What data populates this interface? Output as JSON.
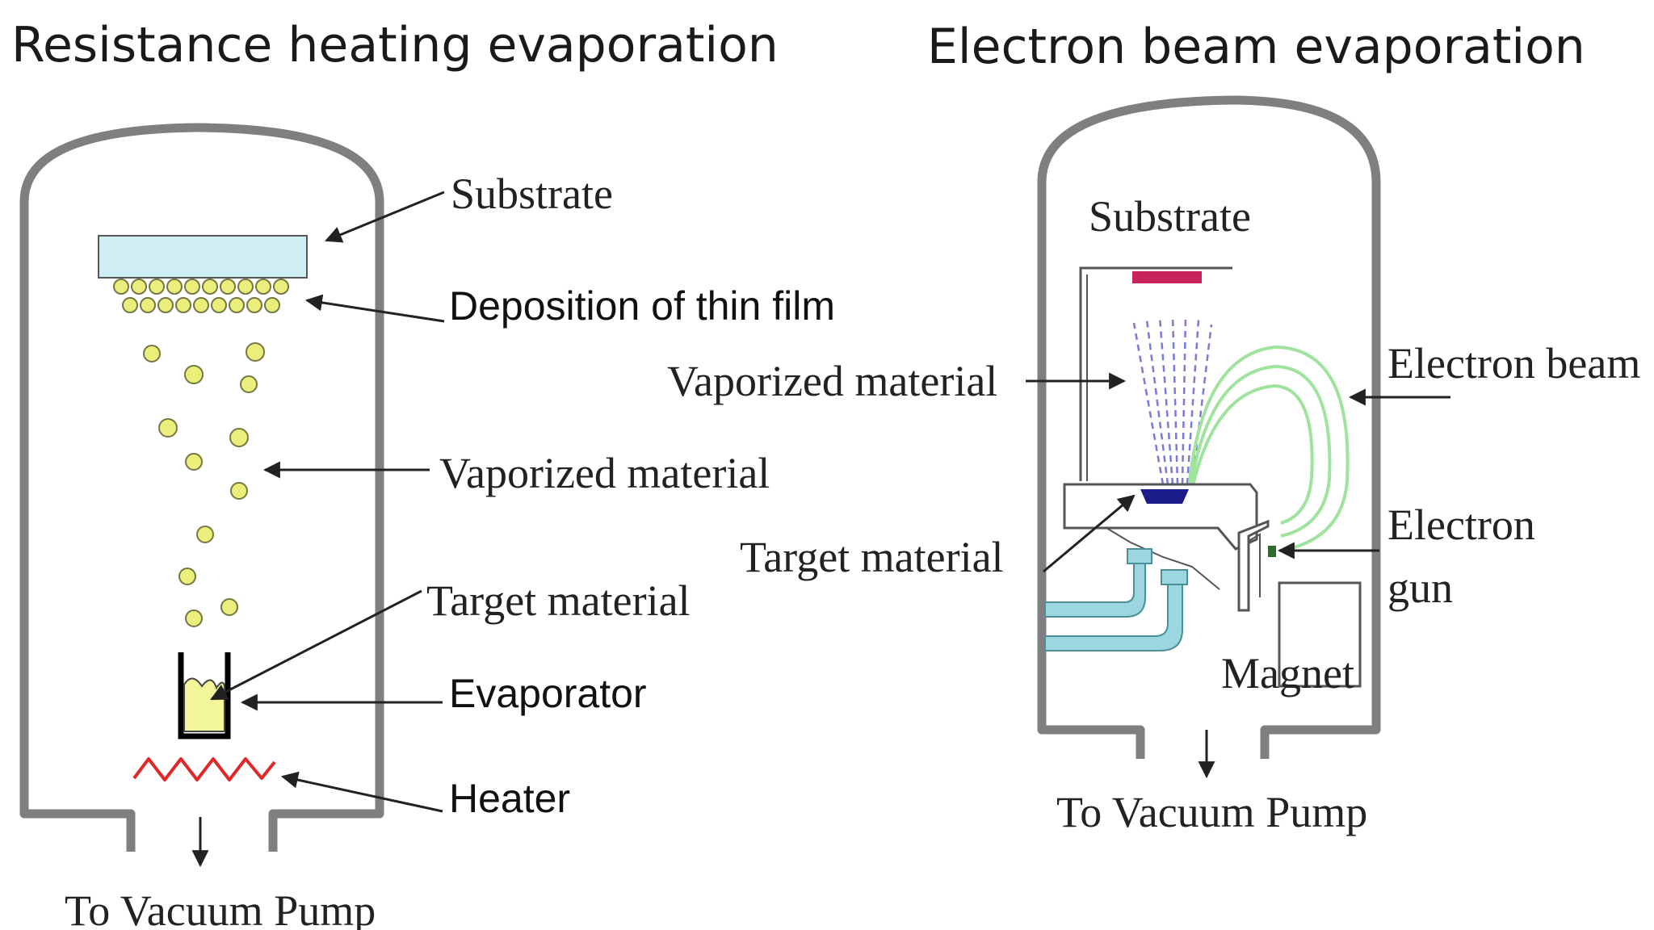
{
  "titles": {
    "left": "Resistance heating evaporation",
    "right": "Electron beam evaporation"
  },
  "left_diagram": {
    "substrate": "Substrate",
    "deposition": "Deposition of thin film",
    "vaporized": "Vaporized material",
    "target": "Target material",
    "evaporator": "Evaporator",
    "heater": "Heater",
    "pump": "To Vacuum Pump"
  },
  "right_diagram": {
    "substrate": "Substrate",
    "vaporized": "Vaporized material",
    "electron_beam": "Electron beam",
    "target": "Target material",
    "electron_gun_line1": "Electron",
    "electron_gun_line2": "gun",
    "magnet": "Magnet",
    "pump": "To Vacuum Pump"
  },
  "colors": {
    "chamber": "#7f7f7f",
    "substrate_fill": "#cfeef4",
    "particle": "#e9ef7a",
    "heater": "#e02828",
    "right_substrate": "#c8235a",
    "beam": "#9fe39f",
    "vapor": "#7a7ad8",
    "crucible": "#1c1c8c",
    "pipe": "#9cd6df"
  }
}
